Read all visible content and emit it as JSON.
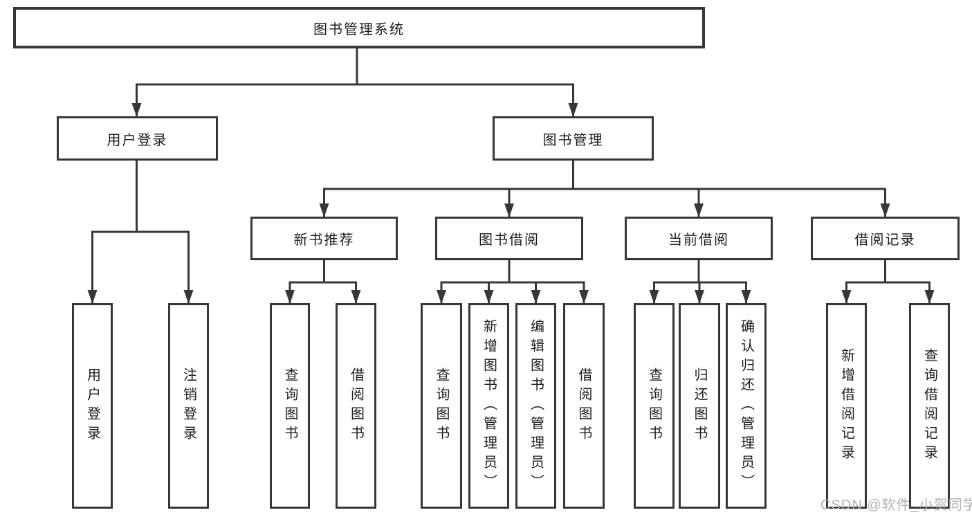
{
  "nodes": {
    "root": {
      "label": "图书管理系统"
    },
    "user_login_branch": {
      "label": "用户登录"
    },
    "book_management": {
      "label": "图书管理"
    },
    "user_login": {
      "label": "用户登录"
    },
    "logout_login": {
      "label": "注销登录"
    },
    "new_book_recommend": {
      "label": "新书推荐"
    },
    "book_borrowing": {
      "label": "图书借阅"
    },
    "current_borrowing": {
      "label": "当前借阅"
    },
    "borrow_records": {
      "label": "借阅记录"
    },
    "nbr_query_books": {
      "label": "查询图书"
    },
    "nbr_borrow_books": {
      "label": "借阅图书"
    },
    "bb_query_books": {
      "label": "查询图书"
    },
    "bb_add_books": {
      "label": "新增图书（管理员）"
    },
    "bb_edit_books": {
      "label": "编辑图书（管理员）"
    },
    "bb_borrow_books": {
      "label": "借阅图书"
    },
    "cb_query_books": {
      "label": "查询图书"
    },
    "cb_return_books": {
      "label": "归还图书"
    },
    "cb_confirm_return": {
      "label": "确认归还（管理员）"
    },
    "br_add_record": {
      "label": "新增借阅记录"
    },
    "br_query_record": {
      "label": "查询借阅记录"
    }
  },
  "hierarchy": {
    "图书管理系统": {
      "用户登录": [
        "用户登录",
        "注销登录"
      ],
      "图书管理": {
        "新书推荐": [
          "查询图书",
          "借阅图书"
        ],
        "图书借阅": [
          "查询图书",
          "新增图书（管理员）",
          "编辑图书（管理员）",
          "借阅图书"
        ],
        "当前借阅": [
          "查询图书",
          "归还图书",
          "确认归还（管理员）"
        ],
        "借阅记录": [
          "新增借阅记录",
          "查询借阅记录"
        ]
      }
    }
  },
  "watermark": {
    "text": "CSDN @软件_小贺同学"
  },
  "colors": {
    "line": "#373737",
    "text": "#1d1d1d",
    "watermark": "#b0b0b0",
    "background": "#ffffff"
  }
}
